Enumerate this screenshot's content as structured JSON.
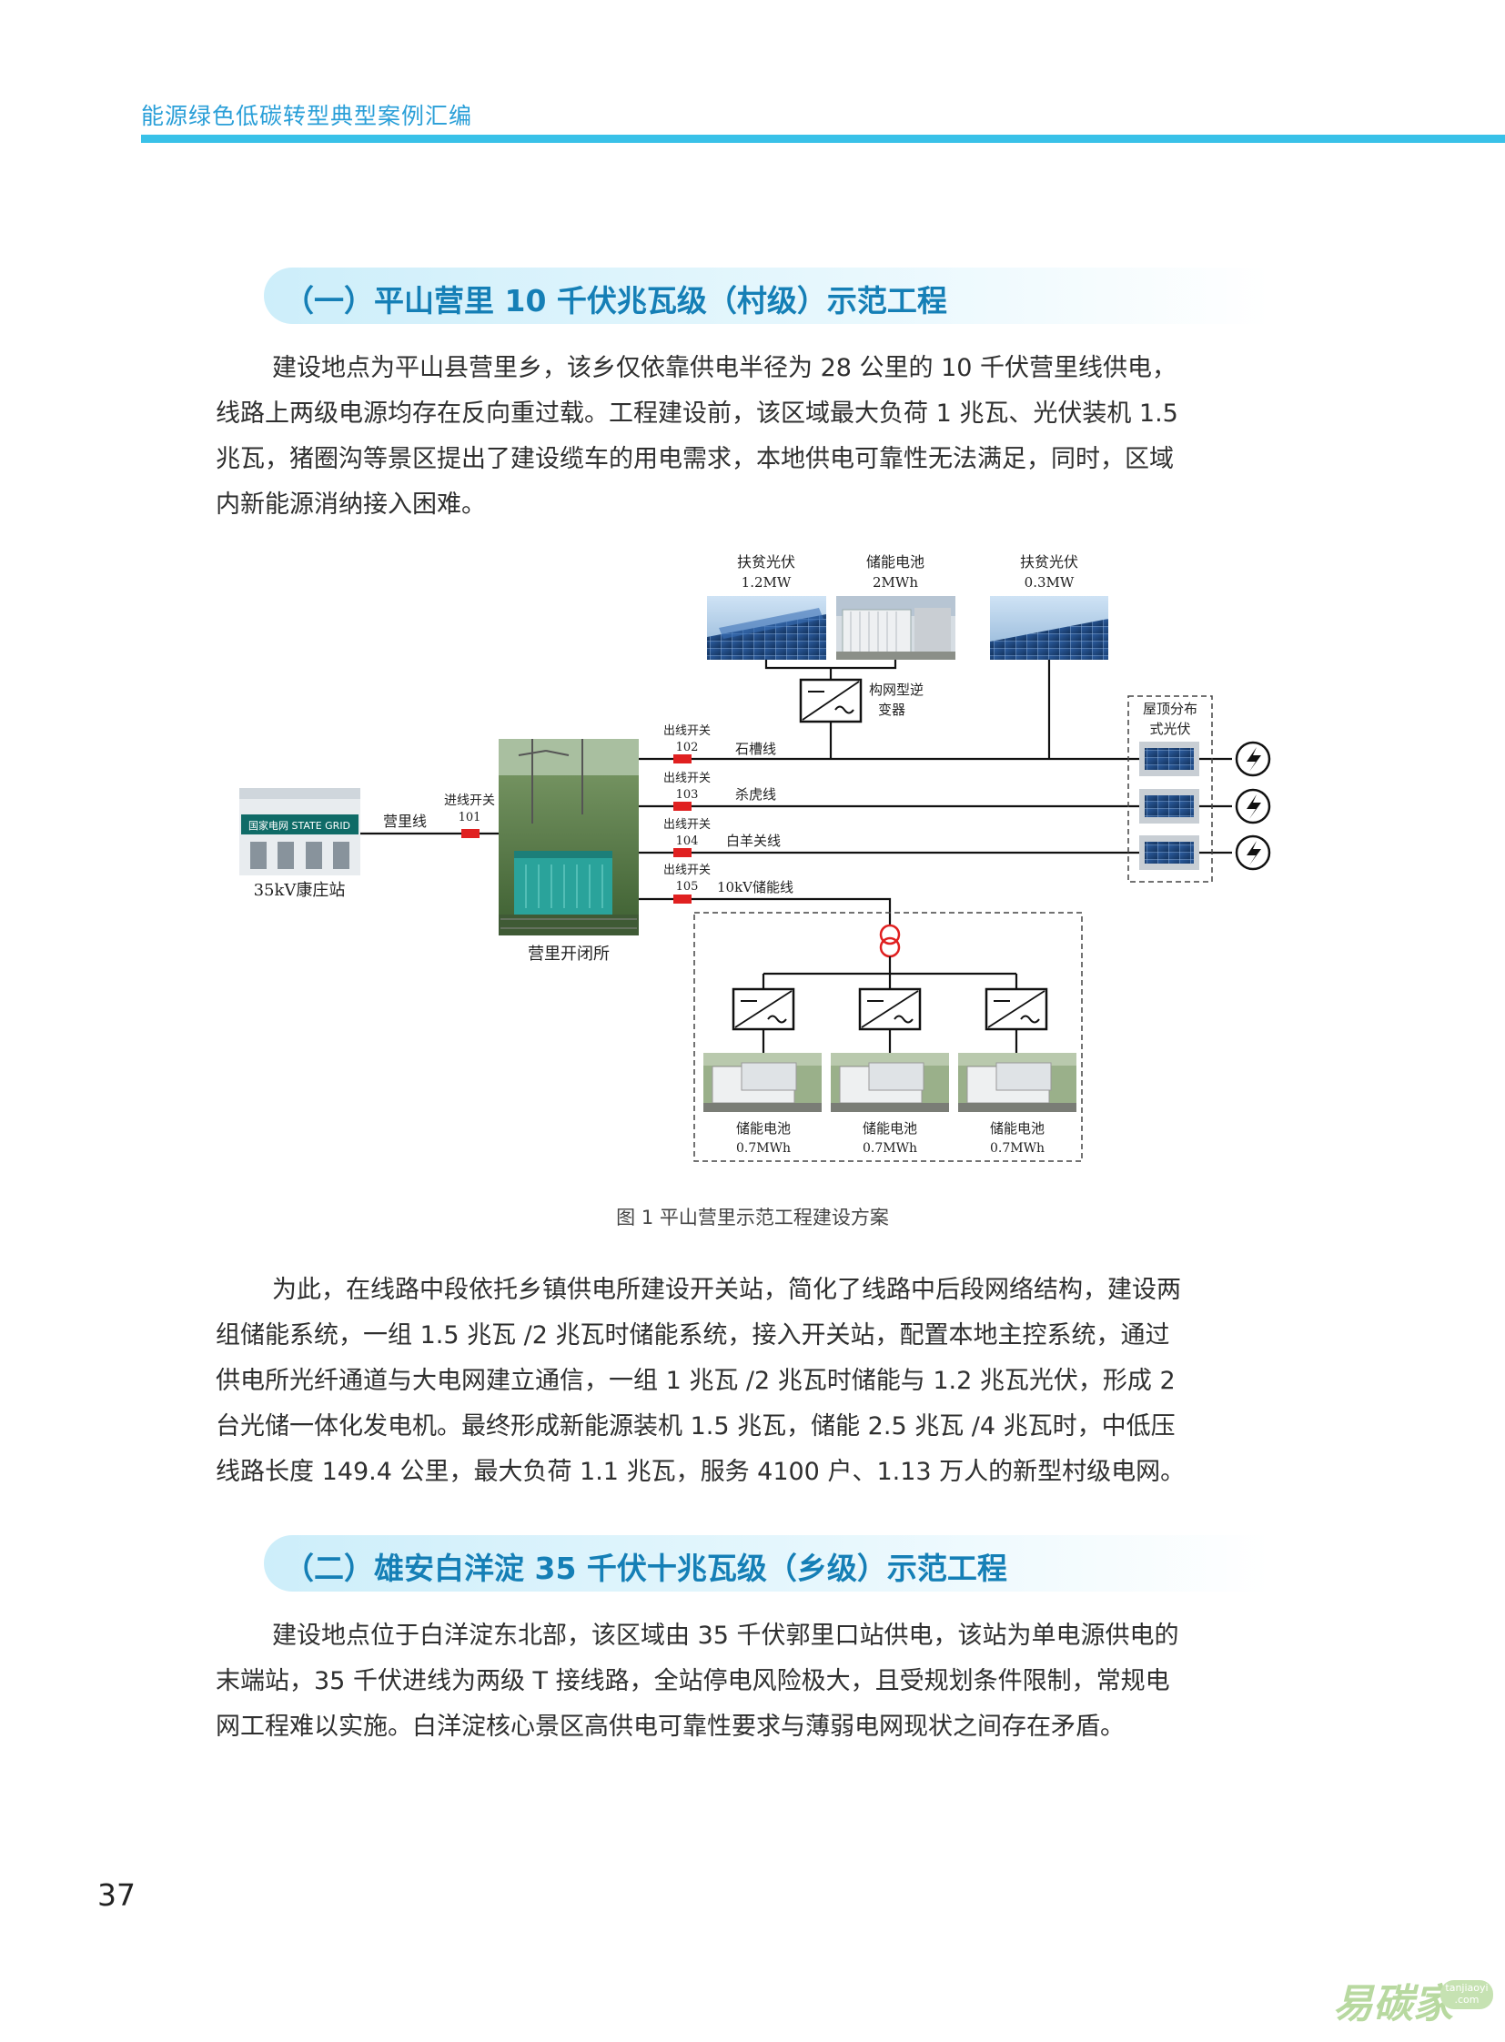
{
  "header": {
    "title": "能源绿色低碳转型典型案例汇编"
  },
  "section1": {
    "heading": "（一）平山营里 10 千伏兆瓦级（村级）示范工程",
    "para1": [
      "建设地点为平山县营里乡，该乡仅依靠供电半径为 28 公里的 10 千伏营里线供电，",
      "线路上两级电源均存在反向重过载。工程建设前，该区域最大负荷 1 兆瓦、光伏装机 1.5",
      "兆瓦，猪圈沟等景区提出了建设缆车的用电需求，本地供电可靠性无法满足，同时，区域",
      "内新能源消纳接入困难。"
    ],
    "para2": [
      "为此，在线路中段依托乡镇供电所建设开关站，简化了线路中后段网络结构，建设两",
      "组储能系统，一组 1.5 兆瓦 /2 兆瓦时储能系统，接入开关站，配置本地主控系统，通过",
      "供电所光纤通道与大电网建立通信，一组 1 兆瓦 /2 兆瓦时储能与 1.2 兆瓦光伏，形成 2",
      "台光储一体化发电机。最终形成新能源装机 1.5 兆瓦，储能 2.5 兆瓦 /4 兆瓦时，中低压",
      "线路长度 149.4 公里，最大负荷 1.1 兆瓦，服务 4100 户、1.13 万人的新型村级电网。"
    ]
  },
  "figure": {
    "caption": "图 1 平山营里示范工程建设方案",
    "pv1_name": "扶贫光伏",
    "pv1_cap": "1.2MW",
    "bat_name": "储能电池",
    "bat_cap": "2MWh",
    "pv2_name": "扶贫光伏",
    "pv2_cap": "0.3MW",
    "inverter_label_1": "构网型逆",
    "inverter_label_2": "变器",
    "rooftop_label_1": "屋顶分布",
    "rooftop_label_2": "式光伏",
    "station_label": "35kV康庄站",
    "station_sign": "国家电网 STATE GRID",
    "line_in": "营里线",
    "in_switch": "进线开关",
    "in_switch_no": "101",
    "switchhouse_label": "营里开闭所",
    "out_switch": "出线开关",
    "feeders": [
      {
        "no": "102",
        "name": "石槽线"
      },
      {
        "no": "103",
        "name": "杀虎线"
      },
      {
        "no": "104",
        "name": "白羊关线"
      },
      {
        "no": "105",
        "name": "10kV储能线"
      }
    ],
    "storage_units": [
      {
        "name": "储能电池",
        "cap": "0.7MWh"
      },
      {
        "name": "储能电池",
        "cap": "0.7MWh"
      },
      {
        "name": "储能电池",
        "cap": "0.7MWh"
      }
    ]
  },
  "section2": {
    "heading": "（二）雄安白洋淀 35 千伏十兆瓦级（乡级）示范工程",
    "para1": [
      "建设地点位于白洋淀东北部，该区域由 35 千伏郭里口站供电，该站为单电源供电的",
      "末端站，35 千伏进线为两级 T 接线路，全站停电风险极大，且受规划条件限制，常规电",
      "网工程难以实施。白洋淀核心景区高供电可靠性要求与薄弱电网现状之间存在矛盾。"
    ]
  },
  "page_number": "37",
  "watermark": {
    "text": "易碳家",
    "site": "tanjiaoyi .com"
  }
}
